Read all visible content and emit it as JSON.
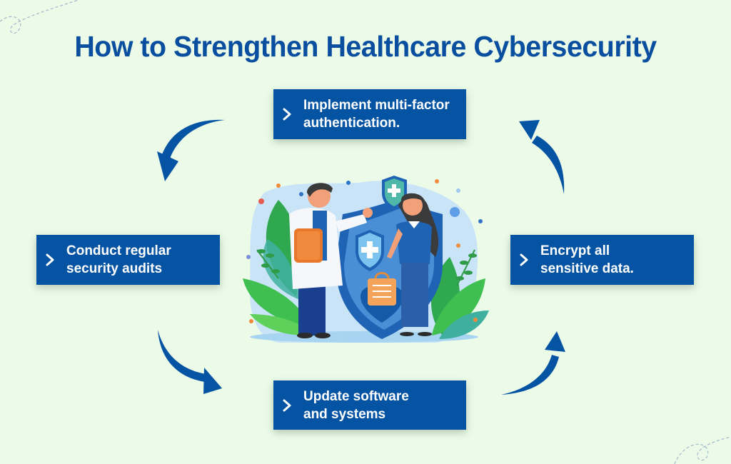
{
  "title": "How to Strengthen Healthcare Cybersecurity",
  "steps": [
    {
      "id": "top",
      "line1": "Implement multi-factor",
      "line2": "authentication."
    },
    {
      "id": "right",
      "line1": "Encrypt all",
      "line2": "sensitive data."
    },
    {
      "id": "bottom",
      "line1": "Update software",
      "line2": "and systems"
    },
    {
      "id": "left",
      "line1": "Conduct regular",
      "line2": "security audits"
    }
  ],
  "icons": {
    "step_marker": "chevron-right-icon",
    "cycle_arrows": "curved-arrow-icon",
    "illustration": "doctor-patient-shield-illustration"
  },
  "colors": {
    "background": "#ebfbe8",
    "title": "#0a4f9f",
    "step_box": "#0553a3",
    "arrow": "#0553a3",
    "step_text": "#ffffff"
  }
}
